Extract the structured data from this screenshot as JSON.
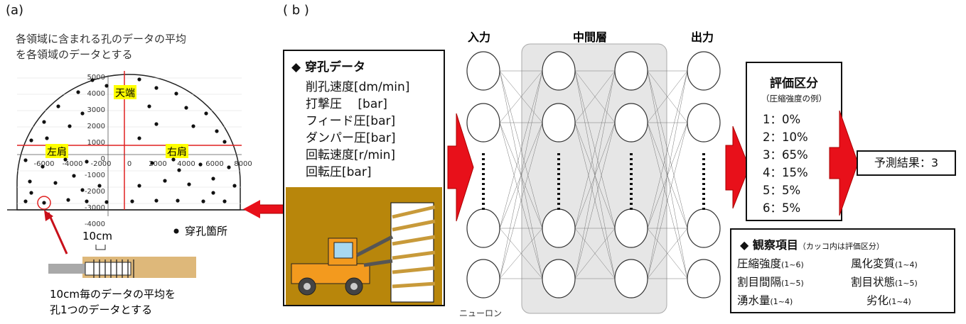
{
  "labels": {
    "a": "(a)",
    "b": "( b )",
    "region_note_1": "各領域に含まれる孔のデータの平均",
    "region_note_2": "を各領域のデータとする",
    "crown": "天端",
    "left_shoulder": "左肩",
    "right_shoulder": "右肩",
    "drill_point": "穿孔箇所",
    "ten_cm": "10cm",
    "bottom_note_1": "10cm毎のデータの平均を",
    "bottom_note_2": "孔1つのデータとする",
    "input": "入力",
    "hidden": "中間層",
    "output": "出力",
    "neuron": "ニューロン"
  },
  "chart_ticks": {
    "y": [
      "5000",
      "4000",
      "3000",
      "2000",
      "1000",
      "0",
      "-1000",
      "-2000",
      "-3000",
      "-4000"
    ],
    "x": [
      "-6000",
      "-4000",
      "-2000",
      "0",
      "2000",
      "4000",
      "6000",
      "8000"
    ]
  },
  "drill": {
    "title": "穿孔データ",
    "params": [
      "削孔速度[dm/min]",
      "打撃圧　 [bar]",
      "フィード圧[bar]",
      "ダンパー圧[bar]",
      "回転速度[r/min]",
      "回転圧[bar]"
    ]
  },
  "evaluation": {
    "title": "評価区分",
    "subtitle": "（圧縮強度の例）",
    "items": [
      "1：0%",
      "2：10%",
      "3：65%",
      "4：15%",
      "5：5%",
      "6：5%"
    ]
  },
  "observation": {
    "title": "観察項目",
    "note": "（カッコ内は評価区分）",
    "items": [
      {
        "name": "圧縮強度",
        "range": "(1~6)"
      },
      {
        "name": "風化変質",
        "range": "(1~4)"
      },
      {
        "name": "割目間隔",
        "range": "(1~5)"
      },
      {
        "name": "割目状態",
        "range": "(1~5)"
      },
      {
        "name": "湧水量",
        "range": "(1~4)"
      },
      {
        "name": "劣化",
        "range": "(1~4)"
      }
    ]
  },
  "result": "予測結果：3",
  "colors": {
    "arrow": "#e8101a",
    "highlight": "#ffff00",
    "grid": "#e02020",
    "hidden_bg": "#e6e6e6",
    "ground": "#b8860b",
    "vehicle": "#f39a1e"
  },
  "icons": [
    "diamond-bullet-icon",
    "vehicle-icon",
    "drill-rods-icon",
    "neuron-node-icon",
    "arrow-right-icon",
    "arrow-left-icon"
  ]
}
